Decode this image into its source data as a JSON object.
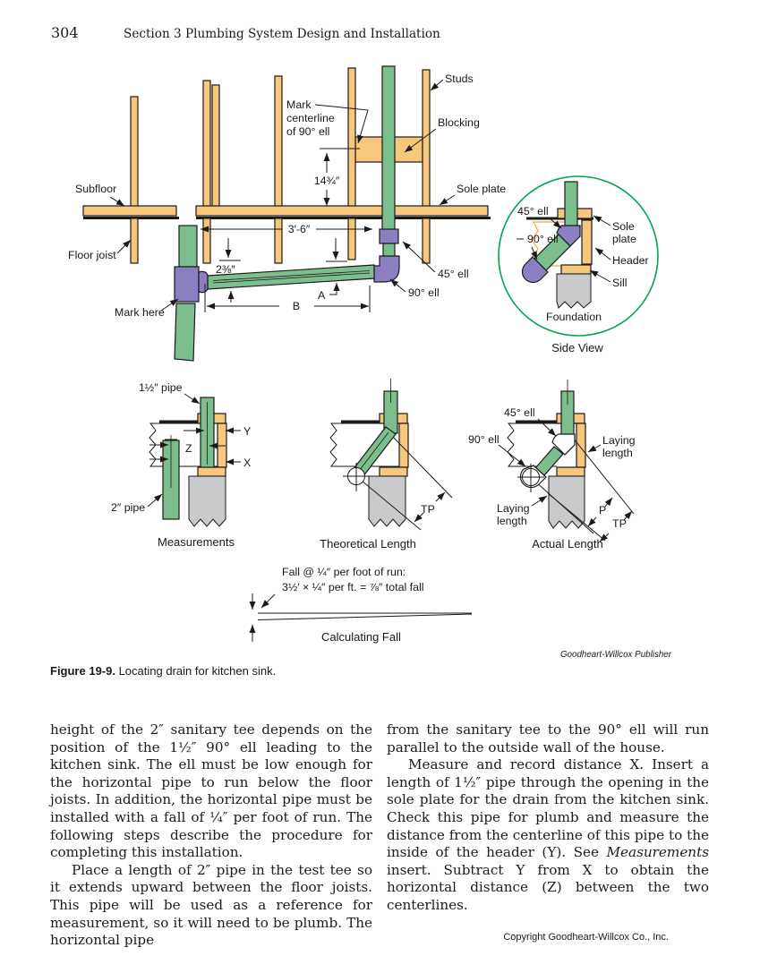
{
  "page_header": {
    "page_number": "304",
    "section_title": "Section 3   Plumbing System Design and Installation"
  },
  "colors": {
    "wood": "#F8C77E",
    "pipe_green": "#7CBE8E",
    "fitting_purple": "#8C7FC1",
    "foundation_gray": "#C9CACC",
    "inset_circle_green": "#00A551",
    "cutaway_outline_orange": "#F0A93F",
    "ink": "#1A1A1A"
  },
  "diagram": {
    "main": {
      "studs": "Studs",
      "blocking": "Blocking",
      "sole_plate": "Sole plate",
      "subfloor": "Subfloor",
      "floor_joist": "Floor joist",
      "mark_here": "Mark here",
      "mark_cl_1": "Mark",
      "mark_cl_2": "centerline",
      "mark_cl_3": "of 90° ell",
      "dim_height": "14¾″",
      "dim_span": "3′-6″",
      "dim_offset": "2⅜″",
      "ell_45": "45° ell",
      "ell_90": "90° ell",
      "dim_a": "A",
      "dim_b": "B"
    },
    "side_view": {
      "ell_45": "45° ell",
      "ell_90": "90° ell",
      "sole_line1": "Sole",
      "sole_line2": "plate",
      "header": "Header",
      "sill": "Sill",
      "foundation": "Foundation",
      "caption": "Side View"
    },
    "measurements": {
      "pipe_small": "1½″ pipe",
      "pipe_large": "2″ pipe",
      "dim_x": "X",
      "dim_y": "Y",
      "dim_z": "Z",
      "caption": "Measurements"
    },
    "theoretical": {
      "dim_tp": "TP",
      "caption": "Theoretical Length"
    },
    "actual": {
      "ell_45": "45° ell",
      "ell_90": "90° ell",
      "laying_right_1": "Laying",
      "laying_right_2": "length",
      "laying_left_1": "Laying",
      "laying_left_2": "length",
      "dim_p": "P",
      "dim_tp": "TP",
      "caption": "Actual Length"
    },
    "fall": {
      "note_line1": "Fall @ ¼″ per foot of run:",
      "note_line2": "3½′ × ¼″ per ft. = ⅞″ total fall",
      "caption": "Calculating Fall"
    }
  },
  "figure_caption": {
    "publisher": "Goodheart-Willcox Publisher",
    "label": "Figure 19-9.",
    "text": " Locating drain for kitchen sink."
  },
  "body": {
    "left_col": {
      "p1": "height of the 2″ sanitary tee depends on the position of the 1½″ 90° ell leading to the kitchen sink. The ell must be low enough for the horizontal pipe to run below the floor joists. In addition, the horizontal pipe must be installed with a fall of ¼″ per foot of run. The following steps describe the procedure for completing this installation.",
      "p2": "Place a length of 2″ pipe in the test tee so it extends upward between the floor joists. This pipe will be used as a reference for measurement, so it will need to be plumb. The horizontal pipe"
    },
    "right_col": {
      "p1": "from the sanitary tee to the 90° ell will run parallel to the outside wall of the house.",
      "p2_before": "Measure and record distance X. Insert a length of 1½″ pipe through the opening in the sole plate for the drain from the kitchen sink. Check this pipe for plumb and measure the distance from the centerline of this pipe to the inside of the header (Y). See ",
      "p2_italic": "Measurements",
      "p2_after": " insert. Subtract Y from X to obtain the horizontal distance (Z) between the two centerlines."
    }
  },
  "page_footer": {
    "copyright": "Copyright Goodheart-Willcox Co., Inc."
  }
}
